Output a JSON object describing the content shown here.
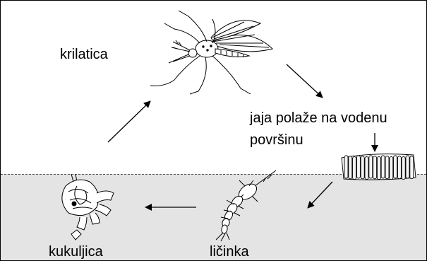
{
  "title": "",
  "labels": {
    "adult": "krilatica",
    "eggs_line1": "jaja polaže na vodenu",
    "eggs_line2": "površinu",
    "larva": "ličinka",
    "pupa": "kukuljica"
  },
  "stages": [
    {
      "id": "adult",
      "icon": "mosquito-icon"
    },
    {
      "id": "eggs",
      "icon": "egg-raft-icon"
    },
    {
      "id": "larva",
      "icon": "larva-icon"
    },
    {
      "id": "pupa",
      "icon": "pupa-icon"
    }
  ],
  "colors": {
    "water": "#e4e4e4",
    "ink": "#000000",
    "background": "#ffffff"
  }
}
